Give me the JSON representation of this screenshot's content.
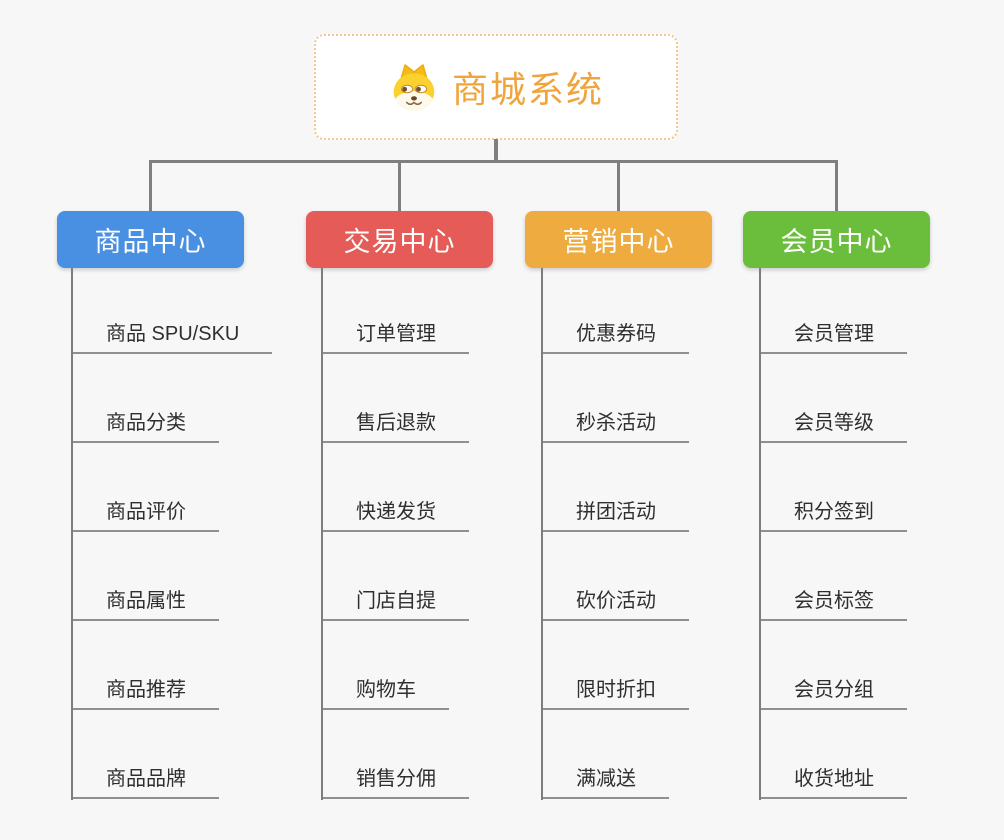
{
  "root": {
    "title": "商城系统",
    "icon": "shiba-dog-icon",
    "title_color": "#F0A43C",
    "border_color": "#F2C88C"
  },
  "connector_color": "#7F7F7F",
  "branches": [
    {
      "label": "商品中心",
      "color": "#4A90E2",
      "items": [
        "商品 SPU/SKU",
        "商品分类",
        "商品评价",
        "商品属性",
        "商品推荐",
        "商品品牌"
      ]
    },
    {
      "label": "交易中心",
      "color": "#E45B57",
      "items": [
        "订单管理",
        "售后退款",
        "快递发货",
        "门店自提",
        "购物车",
        "销售分佣"
      ]
    },
    {
      "label": "营销中心",
      "color": "#EEAC40",
      "items": [
        "优惠券码",
        "秒杀活动",
        "拼团活动",
        "砍价活动",
        "限时折扣",
        "满减送"
      ]
    },
    {
      "label": "会员中心",
      "color": "#6BBE3C",
      "items": [
        "会员管理",
        "会员等级",
        "积分签到",
        "会员标签",
        "会员分组",
        "收货地址"
      ]
    }
  ]
}
